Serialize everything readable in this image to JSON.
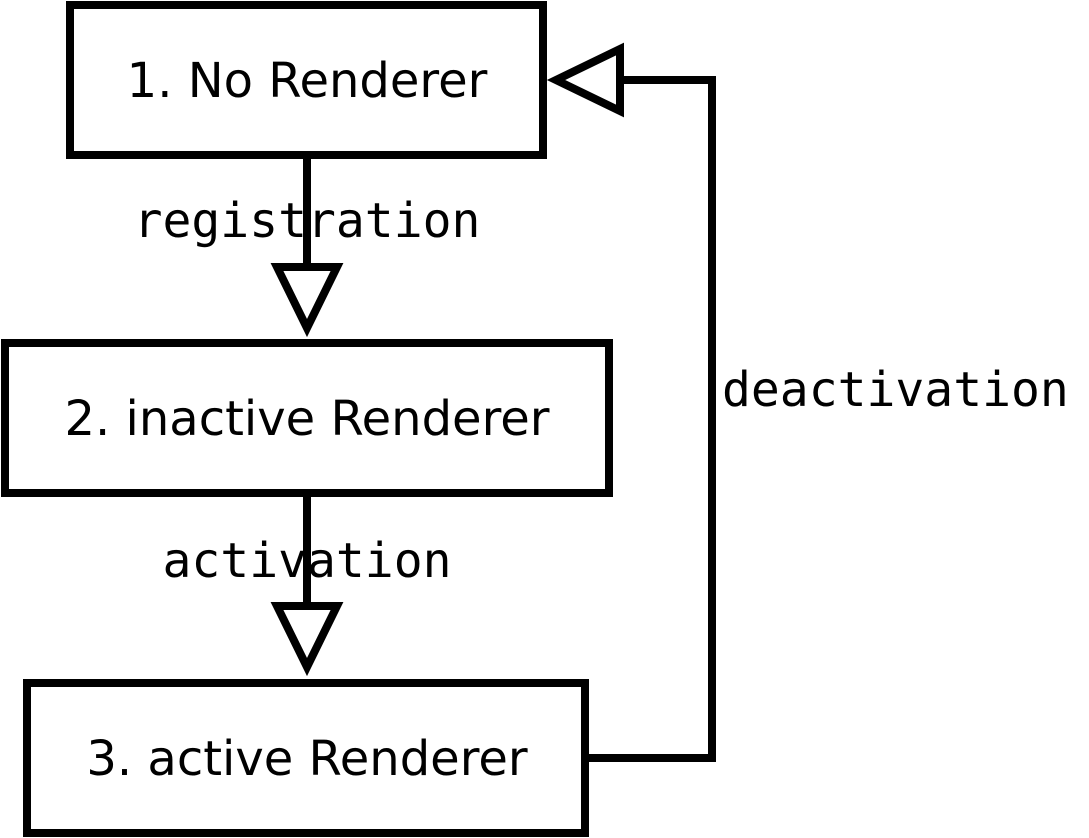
{
  "states": [
    {
      "label": "1. No Renderer"
    },
    {
      "label": "2. inactive Renderer"
    },
    {
      "label": "3. active Renderer"
    }
  ],
  "transitions": [
    {
      "label": "registration",
      "from": "1. No Renderer",
      "to": "2. inactive Renderer"
    },
    {
      "label": "activation",
      "from": "2. inactive Renderer",
      "to": "3. active Renderer"
    },
    {
      "label": "deactivation",
      "from": "3. active Renderer",
      "to": "1. No Renderer"
    }
  ]
}
